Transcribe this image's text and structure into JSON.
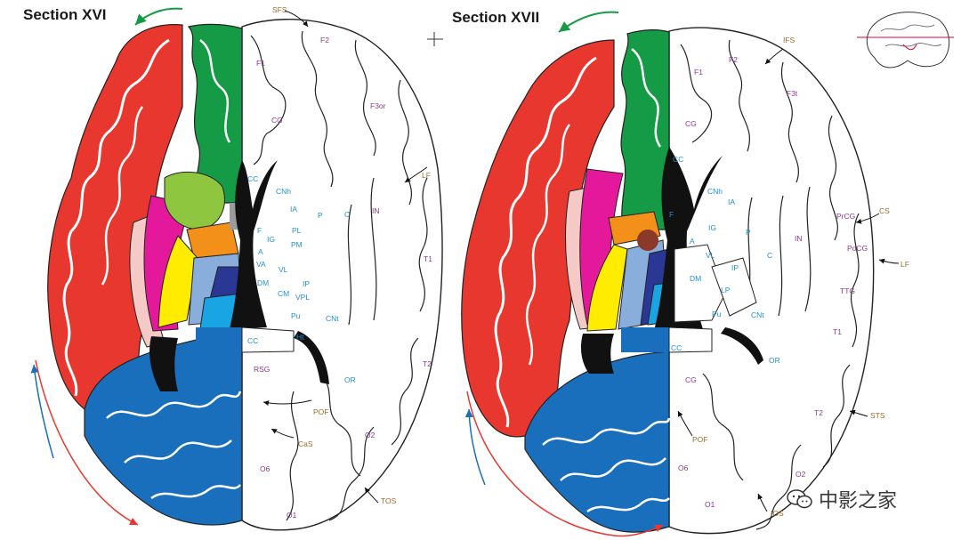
{
  "sections": [
    {
      "title": "Section XVI"
    },
    {
      "title": "Section XVII"
    }
  ],
  "labels_left": {
    "SFS": "SFS",
    "F2": "F2",
    "F1": "F1",
    "F3or": "F3or",
    "CG": "CG",
    "CC_top": "CC",
    "CNh": "CNh",
    "IA": "IA",
    "P": "P",
    "C": "C",
    "IN": "IN",
    "LF": "LF",
    "PL": "PL",
    "PM": "PM",
    "IG": "IG",
    "A": "A",
    "VA": "VA",
    "VL": "VL",
    "DM": "DM",
    "CM": "CM",
    "VPL": "VPL",
    "IP": "IP",
    "Pu": "Pu",
    "CNt": "CNt",
    "Ht": "Ht",
    "T1": "T1",
    "CC_bot": "CC",
    "RSG": "RSG",
    "T2": "T2",
    "OR": "OR",
    "POF": "POF",
    "CaS": "CaS",
    "O2": "O2",
    "O6": "O6",
    "TOS": "TOS",
    "O1": "O1",
    "F_left": "F"
  },
  "labels_right": {
    "IFS": "IFS",
    "F2": "F2",
    "F1": "F1",
    "F3t": "F3t",
    "CG": "CG",
    "CC_top": "CC",
    "CNh": "CNh",
    "IA": "IA",
    "F": "F",
    "CS": "CS",
    "PrCG": "PrCG",
    "IG": "IG",
    "P": "P",
    "IN": "IN",
    "PoCG": "PoCG",
    "LF": "LF",
    "A": "A",
    "VL": "VL",
    "IP": "IP",
    "C": "C",
    "DM": "DM",
    "LP": "LP",
    "TTG": "TTG",
    "Pu": "Pu",
    "CNt": "CNt",
    "CC_bot": "CC",
    "T1": "T1",
    "OR": "OR",
    "CG_low": "CG",
    "T2": "T2",
    "STS": "STS",
    "POF": "POF",
    "O6": "O6",
    "O2": "O2",
    "O1": "O1",
    "IOS": "IOS"
  },
  "watermark": {
    "text": "中影之家"
  },
  "colors": {
    "frontal_red": "#e8372f",
    "medial_green": "#159a45",
    "occipital_blue": "#1a6fbd",
    "thalamus_magenta": "#e4189a",
    "yellow": "#ffec00",
    "orange": "#f39019",
    "light_green": "#8ec63f",
    "light_blue": "#8aaedc",
    "navy": "#2b3794",
    "cyan": "#19a4e3",
    "label_blue": "#1f8fd1",
    "label_purple": "#8c3a8e",
    "label_brown": "#9a6a2a"
  }
}
